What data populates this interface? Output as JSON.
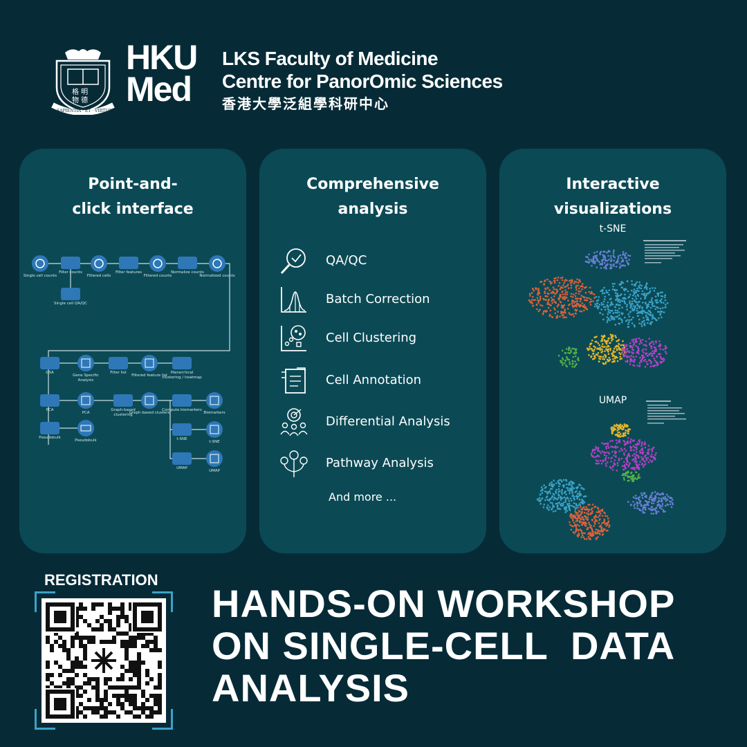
{
  "header": {
    "logo_line1": "HKU",
    "logo_line2": "Med",
    "faculty_line1": "LKS Faculty of Medicine",
    "faculty_line2": "Centre for PanorOmic Sciences",
    "faculty_line3": "香港大學泛組學科研中心",
    "crest_motto": "SAPIENTIA · ET · VIRTUS"
  },
  "panels": {
    "interface": {
      "title_line1": "Point-and-",
      "title_line2": "click interface",
      "workflow": {
        "single_cell_counts": "Single cell counts",
        "filter_counts": "Filter counts",
        "filtered_cells": "Filtered cells",
        "filter_features": "Filter features",
        "filtered_counts": "Filtered counts",
        "normalize_counts": "Normalize counts",
        "normalized_counts": "Normalized counts",
        "single_cell_qaqc": "Single cell QA/QC",
        "gsa": "GSA",
        "gene_specific": "Gene Specific Analysis",
        "filter_list": "Filter list",
        "filtered_feature_list": "Filtered feature list",
        "hierarchical": "Hierarchical clustering / heatmap",
        "pca_task": "PCA",
        "pca_data": "PCA",
        "graph_clustering": "Graph-based clustering",
        "graph_clusters": "Graph-based clusters",
        "compute_biomarkers": "Compute biomarkers",
        "biomarkers": "Biomarkers",
        "tsne_task": "t-SNE",
        "tsne_data": "t-SNE",
        "umap_task": "UMAP",
        "umap_data": "UMAP",
        "pseudobulk_task": "Pseudobulk",
        "pseudobulk_data": "Pseudobulk"
      }
    },
    "analysis": {
      "title_line1": "Comprehensive",
      "title_line2": "analysis",
      "items": [
        {
          "label": "QA/QC",
          "icon": "magnifier-check-icon"
        },
        {
          "label": "Batch Correction",
          "icon": "distribution-curve-icon"
        },
        {
          "label": "Cell Clustering",
          "icon": "scatter-cluster-icon"
        },
        {
          "label": "Cell Annotation",
          "icon": "notepad-icon"
        },
        {
          "label": "Differential Analysis",
          "icon": "target-people-icon"
        },
        {
          "label": "Pathway Analysis",
          "icon": "pathway-tree-icon"
        }
      ],
      "more": "And more ..."
    },
    "visualization": {
      "title_line1": "Interactive",
      "title_line2": "visualizations",
      "tsne_label": "t-SNE",
      "umap_label": "UMAP",
      "cluster_colors": [
        "#e0603a",
        "#3aa3c9",
        "#6a7fd6",
        "#e8b72a",
        "#b640c8",
        "#55b04a"
      ]
    }
  },
  "registration": {
    "label": "REGISTRATION"
  },
  "headline": {
    "line1": "HANDS-ON WORKSHOP",
    "line2": "ON SINGLE-CELL  DATA",
    "line3": "ANALYSIS"
  }
}
